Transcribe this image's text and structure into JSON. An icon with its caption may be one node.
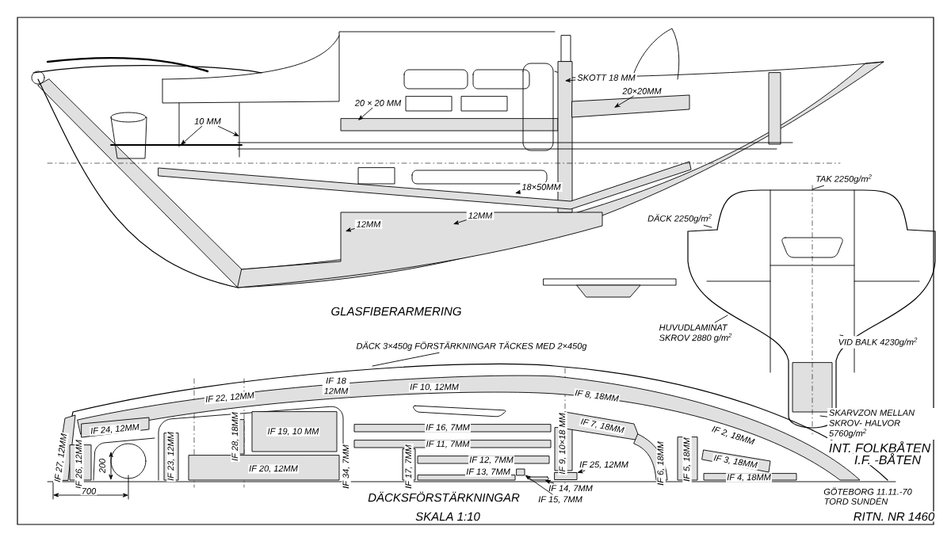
{
  "diagram": {
    "nodes": [
      {
        "text": [
          "10 MM"
        ]
      },
      {
        "text": [
          "20 × 20 MM"
        ]
      },
      {
        "text": [
          "SKOTT 18 MM"
        ]
      },
      {
        "text": [
          "20×20MM"
        ]
      },
      {
        "text": [
          "18×50MM"
        ]
      },
      {
        "text": [
          "12MM"
        ]
      },
      {
        "text": [
          "12MM"
        ]
      },
      {
        "text": [
          "TAK 2250g/m$^{2}$"
        ]
      },
      {
        "text": [
          "DÄCK 2250g/m$^{2}$"
        ]
      },
      {
        "text": [
          "HUVUDLAMINAT",
          "SKROV 2880 g/m$^{2}$"
        ]
      },
      {
        "text": [
          "VID BALK 4230g/m$^{2}$"
        ]
      },
      {
        "text": [
          "DÄCK 3×450g FÖRSTÄRKNINGAR TÄCKES MED 2×450g"
        ]
      },
      {
        "text": [
          "SKARVZON MELLAN SKROV- HALVOR 5760g/m$^{2}$"
        ]
      },
      {
        "text": [
          "IF 25, 12MM"
        ]
      },
      {
        "text": [
          "IF 14, 7MM"
        ]
      },
      {
        "text": [
          "IF 15, 7MM"
        ]
      },
      {
        "text": [],
        "shape": "box"
      },
      {
        "text": [],
        "shape": "bar"
      },
      {
        "text": [],
        "shape": "box"
      }
    ],
    "edges": [
      {
        "from": 0,
        "to": null,
        "arrow": "to"
      },
      {
        "from": 0,
        "to": null,
        "arrow": "to"
      },
      {
        "from": 1,
        "to": null,
        "arrow": "to"
      },
      {
        "from": 2,
        "to": null,
        "arrow": "to"
      },
      {
        "from": 3,
        "to": null,
        "arrow": "to"
      },
      {
        "from": 4,
        "to": null,
        "arrow": "to"
      },
      {
        "from": 5,
        "to": null,
        "arrow": "to"
      },
      {
        "from": 6,
        "to": null,
        "arrow": "to"
      },
      {
        "from": 7,
        "to": null,
        "arrow": "none"
      },
      {
        "from": 8,
        "to": null,
        "arrow": "none"
      },
      {
        "from": 9,
        "to": null,
        "arrow": "none"
      },
      {
        "from": 10,
        "to": null,
        "arrow": "none"
      },
      {
        "from": 11,
        "to": null,
        "arrow": "none"
      },
      {
        "from": 12,
        "to": null,
        "arrow": "none"
      },
      {
        "from": 13,
        "to": 16,
        "arrow": "to"
      },
      {
        "from": 14,
        "to": 17,
        "arrow": "to"
      },
      {
        "from": 15,
        "to": 18,
        "arrow": "to"
      }
    ],
    "labels": [
      "GLASFIBERARMERING",
      "IF 22, 12MM",
      "IF 18 12MM",
      "IF 10, 12MM",
      "IF 8, 18MM",
      "IF 24, 12MM",
      "IF 19, 10 MM",
      "IF 28, 18MM",
      "IF 16, 7MM",
      "IF 7, 18MM",
      "IF 2, 18MM",
      "IF 11, 7MM",
      "IF 27, 12MM",
      "IF 26, 12MM",
      "IF 23, 12MM",
      "IF 9, 10×18 MM",
      "IF 6, 18MM",
      "IF 5, 18MM",
      "IF 3, 18MM",
      "IF 17, 7MM",
      "IF 12, 7MM",
      "IF 34, 7MM",
      "IF 13, 7MM",
      "200",
      "IF 20, 12MM",
      "IF 4, 18MM",
      "700",
      "DÄCKSFÖRSTÄRKNINGAR",
      "INT. FOLKBÅTEN",
      "I.F. -BÅTEN",
      "GÖTEBORG 11.11.-70",
      "TORD SUNDÉN",
      "SKALA 1:10",
      "RITN. NR 1460"
    ]
  }
}
